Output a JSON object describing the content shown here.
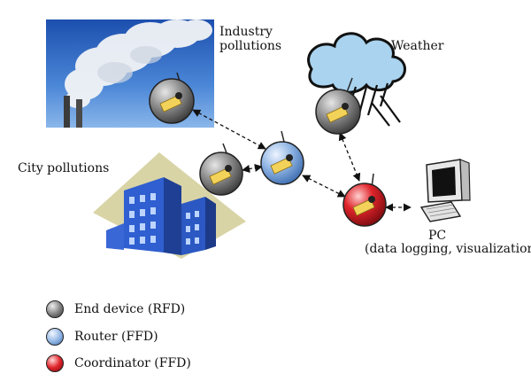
{
  "labels": {
    "industry_line1": "Industry",
    "industry_line2": "pollutions",
    "weather": "Weather",
    "city": "City pollutions",
    "pc_line1": "PC",
    "pc_line2": "(data logging, visualization)"
  },
  "legend": [
    {
      "label": "End device (RFD)",
      "color": "#7d7d7d"
    },
    {
      "label": "Router (FFD)",
      "color": "#8fb4e3"
    },
    {
      "label": "Coordinator (FFD)",
      "color": "#e0242b"
    }
  ],
  "colors": {
    "end_device": "#7d7d7d",
    "router": "#8fb4e3",
    "coordinator": "#e0242b",
    "sky": "#3f74c9",
    "building": "#2f5fd0"
  }
}
